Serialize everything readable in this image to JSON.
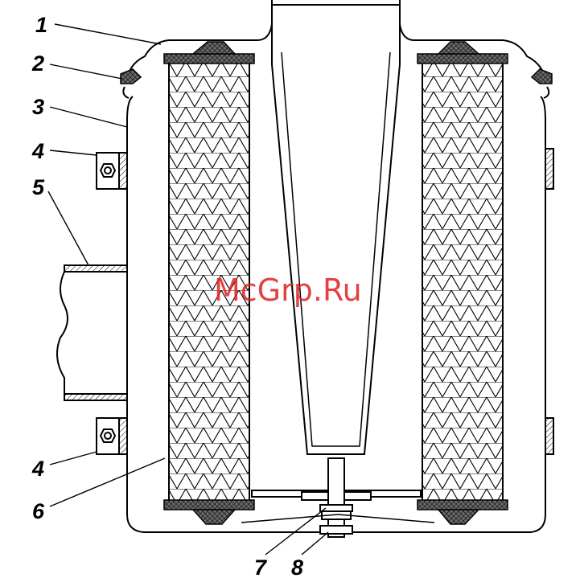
{
  "callouts": {
    "c1": "1",
    "c2": "2",
    "c3": "3",
    "c4a": "4",
    "c5": "5",
    "c4b": "4",
    "c6": "6",
    "c7": "7",
    "c8": "8"
  },
  "watermark": "McGrp.Ru",
  "colors": {
    "line": "#000000",
    "background": "#ffffff",
    "seal_fill": "#555555",
    "watermark": "#e02020"
  }
}
